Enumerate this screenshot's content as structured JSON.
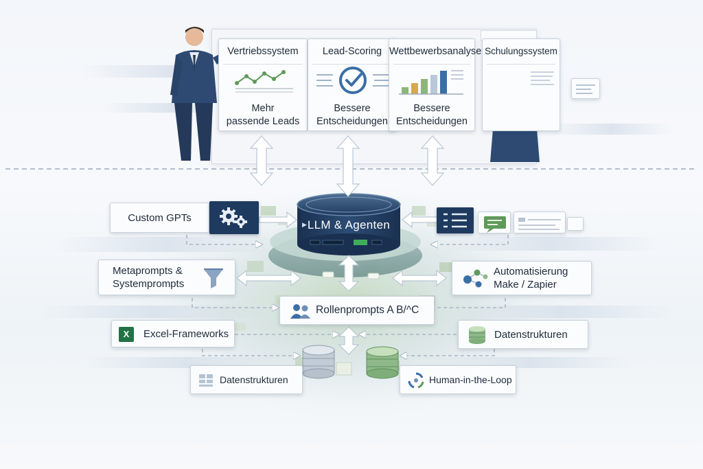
{
  "top_cards": [
    {
      "title": "Vertriebssystem",
      "outcome": "Mehr\npassende Leads"
    },
    {
      "title": "Lead-Scoring",
      "outcome": "Bessere\nEntscheidungen"
    },
    {
      "title": "Wettbewerbsanalyse",
      "outcome": "Bessere\nEntscheidungen"
    },
    {
      "title": "Schulungssystem",
      "outcome": ""
    }
  ],
  "hub": {
    "label": "LLM & Agenten"
  },
  "left_nodes": {
    "custom_gpts": "Custom GPTs",
    "metaprompts_line1": "Metaprompts &",
    "metaprompts_line2": "Systemprompts",
    "excel": "Excel-Frameworks",
    "datenstrukturen_bottom": "Datenstrukturen"
  },
  "center_nodes": {
    "rollenprompts": "Rollenprompts A B/^C"
  },
  "right_nodes": {
    "automatisierung_line1": "Automatisierung",
    "automatisierung_line2": "Make / Zapier",
    "datenstrukturen": "Datenstrukturen",
    "human_in_loop": "Human-in-the-Loop"
  },
  "colors": {
    "navy": "#1f3a5f",
    "accent_blue": "#3b6ea5",
    "green": "#5e9a5a",
    "light_green": "#a9c99a",
    "card_border": "#c9d2dc"
  },
  "icons": {
    "custom_gpts": "gears-icon",
    "metaprompts": "funnel-icon",
    "excel": "excel-icon",
    "datenstrukturen_bottom": "table-structure-icon",
    "rollenprompts": "users-icon",
    "automatisierung": "network-nodes-icon",
    "datenstrukturen": "database-icon",
    "human_in_loop": "recycle-icon",
    "lead_scoring": "checkmark-circle-icon"
  }
}
